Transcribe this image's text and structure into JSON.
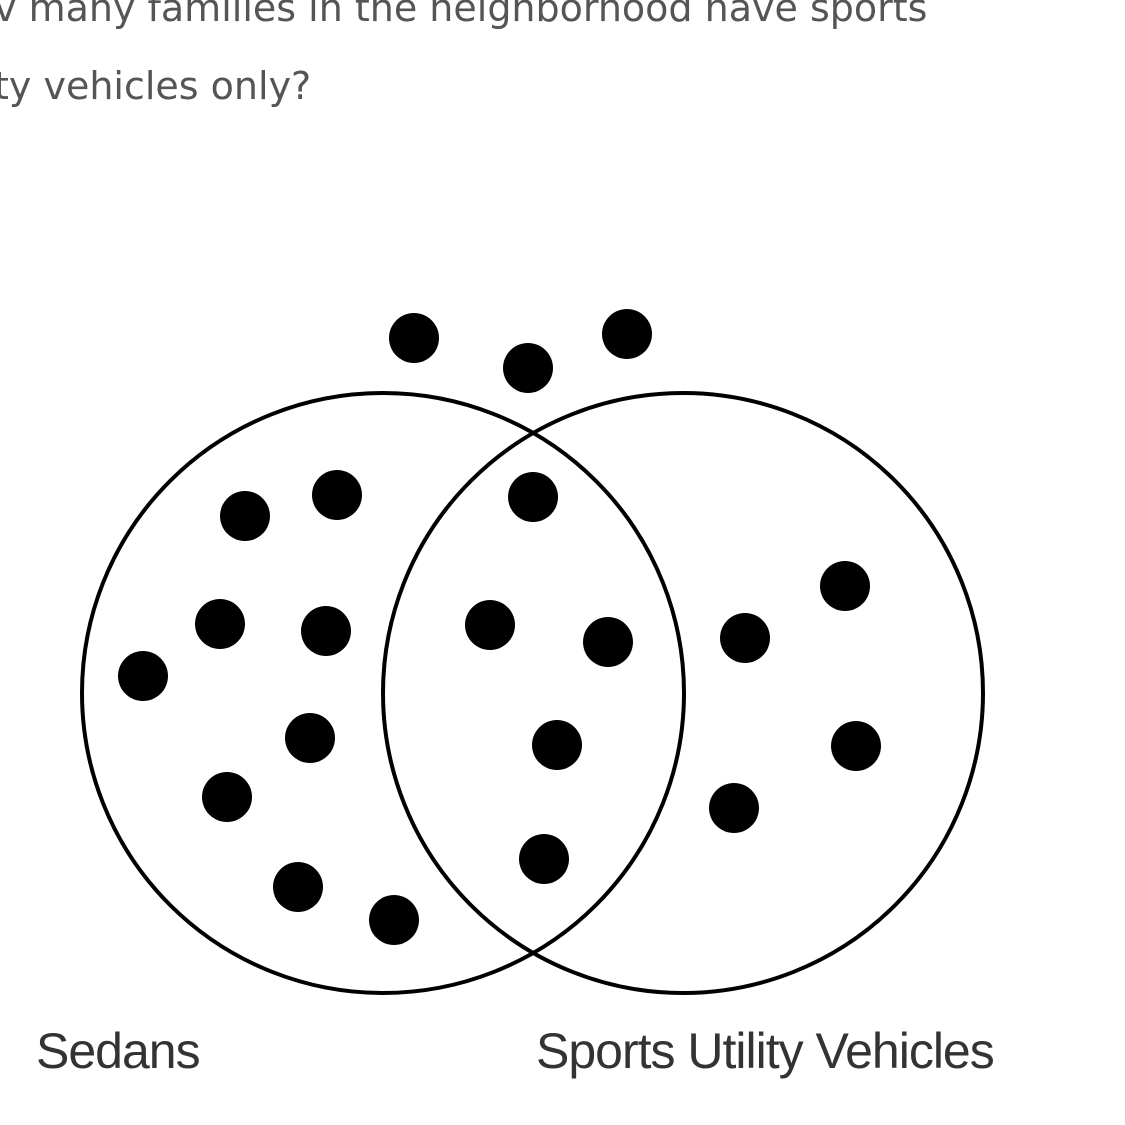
{
  "question": {
    "line1": "v many families in the neighborhood have sports",
    "line2": "ty vehicles only?"
  },
  "venn": {
    "sets": [
      "Sedans",
      "Sports Utility Vehicles"
    ],
    "counts": {
      "outside": 3,
      "sedans_only": 9,
      "both": 5,
      "suv_only": 4
    },
    "dot_color": "#000000",
    "stroke_color": "#000000"
  }
}
